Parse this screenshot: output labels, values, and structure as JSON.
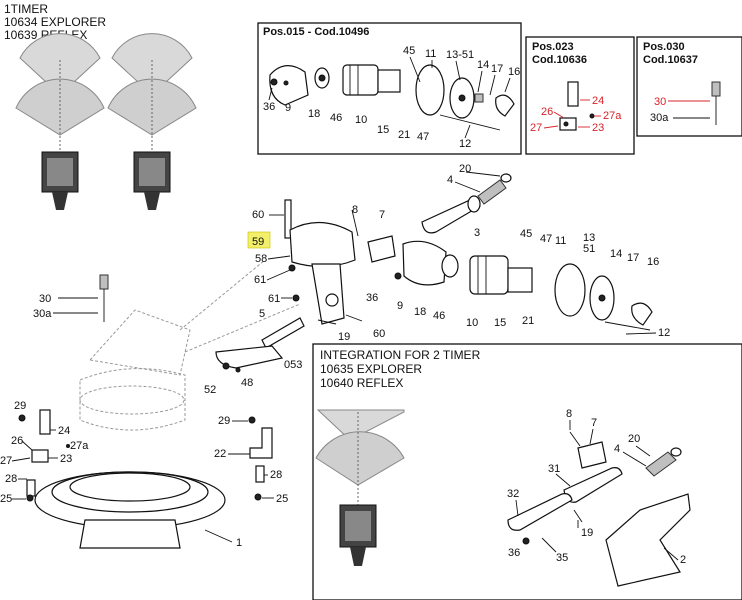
{
  "header": {
    "title_line1": "1TIMER",
    "title_line2": "10634 EXPLORER",
    "title_line3": "10639 REFLEX"
  },
  "boxes": {
    "pos015": "Pos.015 - Cod.10496",
    "pos023_a": "Pos.023",
    "pos023_b": "Cod.10636",
    "pos030_a": "Pos.030",
    "pos030_b": "Cod.10637"
  },
  "integration": {
    "line1": "INTEGRATION FOR 2 TIMER",
    "line2": "10635 EXPLORER",
    "line3": "10640 REFLEX"
  },
  "colors": {
    "accent_red": "#d8232a",
    "highlight": "#f2ef6a",
    "ghost": "#9a9a9a"
  },
  "labels": {
    "b015": [
      "45",
      "11",
      "13-51",
      "14",
      "17",
      "16",
      "36",
      "9",
      "18",
      "46",
      "10",
      "15",
      "21",
      "47",
      "12"
    ],
    "b023": [
      "24",
      "26",
      "27a",
      "27",
      "23"
    ],
    "b030": [
      "30",
      "30a"
    ],
    "main": [
      "20",
      "4",
      "60",
      "7",
      "8",
      "3",
      "59",
      "58",
      "61",
      "45",
      "47",
      "11",
      "13",
      "51",
      "14",
      "17",
      "16",
      "36",
      "61",
      "9",
      "18",
      "46",
      "10",
      "15",
      "21",
      "12",
      "5",
      "19",
      "60",
      "053",
      "52",
      "48",
      "30",
      "30a"
    ],
    "left": [
      "29",
      "24",
      "26",
      "27a",
      "27",
      "23",
      "28",
      "25",
      "1",
      "29",
      "22",
      "28",
      "25"
    ],
    "integ": [
      "8",
      "7",
      "20",
      "4",
      "31",
      "32",
      "19",
      "36",
      "35",
      "2"
    ]
  }
}
